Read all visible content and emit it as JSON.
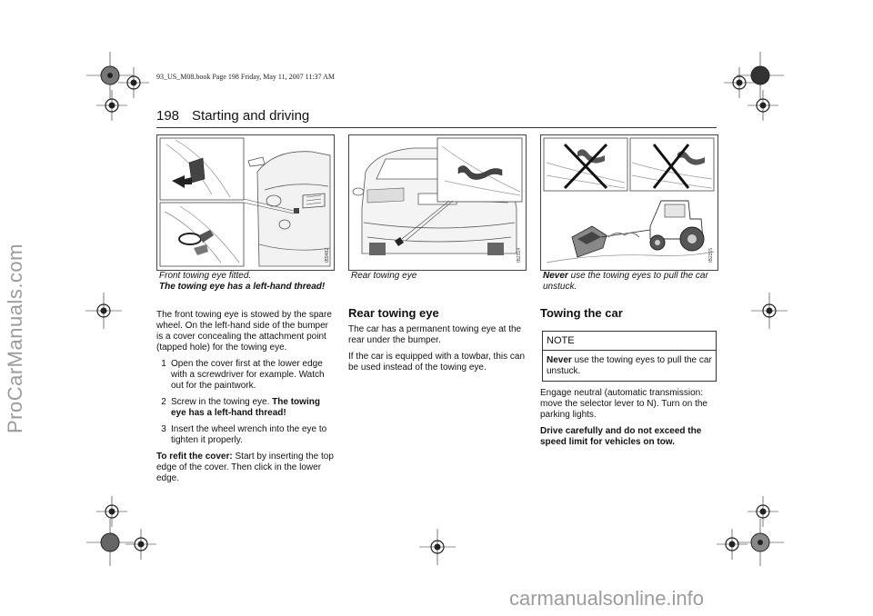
{
  "print_header": "93_US_M08.book  Page 198  Friday, May 11, 2007  11:37 AM",
  "page": {
    "number": "198",
    "section": "Starting and driving"
  },
  "figures": [
    {
      "code": "IB9482",
      "caption_lines": [
        "Front towing eye fitted."
      ],
      "caption_bold": "The towing eye has a left-hand thread!"
    },
    {
      "code": "IB2314",
      "caption_lines": [
        "Rear towing eye"
      ],
      "caption_bold": ""
    },
    {
      "code": "IB2315",
      "caption_lines": [
        "use the towing eyes to pull the car unstuck."
      ],
      "caption_bold": "Never"
    }
  ],
  "col1": {
    "intro": "The front towing eye is stowed by the spare wheel. On the left-hand side of the bumper is a cover concealing the attachment point (tapped hole) for the towing eye.",
    "steps": [
      {
        "num": "1",
        "text": "Open the cover first at the lower edge with a screwdriver for example. Watch out for the paintwork.",
        "bold": ""
      },
      {
        "num": "2",
        "text": "Screw in the towing eye. ",
        "bold": "The towing eye has a left-hand thread!"
      },
      {
        "num": "3",
        "text": "Insert the wheel wrench into the eye to tighten it properly.",
        "bold": ""
      }
    ],
    "refit_label": "To refit the cover:",
    "refit_text": " Start by inserting the top edge of the cover. Then click in the lower edge."
  },
  "col2": {
    "heading": "Rear towing eye",
    "p1": "The car has a permanent towing eye at the rear under the bumper.",
    "p2": "If the car is equipped with a towbar, this can be used instead of the towing eye."
  },
  "col3": {
    "heading": "Towing the car",
    "note_title": "NOTE",
    "note_bold": "Never",
    "note_text": " use the towing eyes to pull the car unstuck.",
    "p1": "Engage neutral (automatic transmission: move the selector lever to N). Turn on the parking lights.",
    "p2": "Drive carefully and do not exceed the speed limit for vehicles on tow."
  },
  "watermarks": {
    "side": "ProCarManuals.com",
    "bottom": "carmanualsonline.info"
  }
}
